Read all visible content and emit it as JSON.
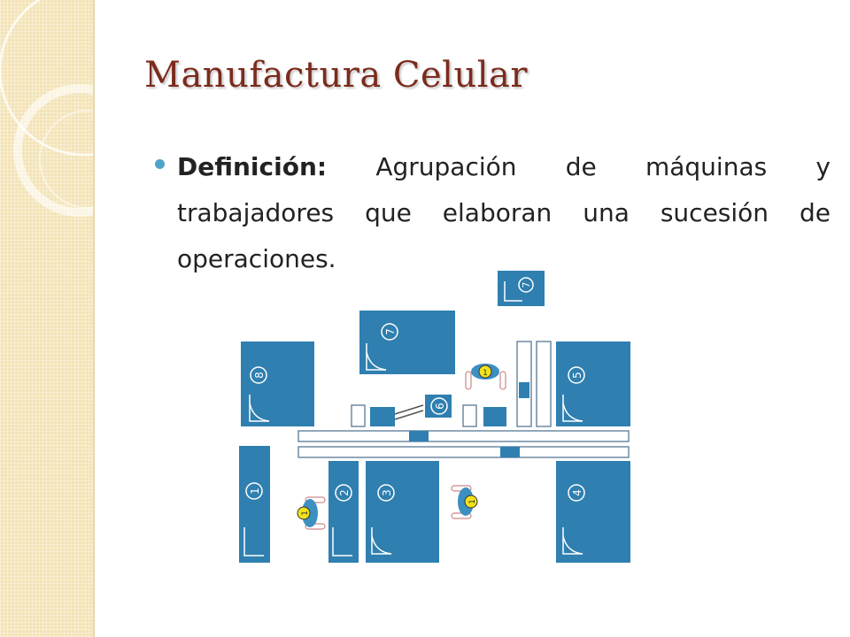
{
  "slide": {
    "title": "Manufactura Celular",
    "bullet": {
      "term": "Definición:",
      "text": "Agrupación de máquinas y trabajadores que elaboran una sucesión de operaciones."
    }
  },
  "diagram": {
    "machines": [
      {
        "label": "1"
      },
      {
        "label": "2"
      },
      {
        "label": "3"
      },
      {
        "label": "4"
      },
      {
        "label": "5"
      },
      {
        "label": "6"
      },
      {
        "label": "7"
      },
      {
        "label": "7"
      },
      {
        "label": "8"
      }
    ],
    "worker_label": "1",
    "colors": {
      "machine": "#2f7fb0",
      "worker_head": "#f2e21a",
      "conveyor_border": "#6f8aa3"
    }
  }
}
